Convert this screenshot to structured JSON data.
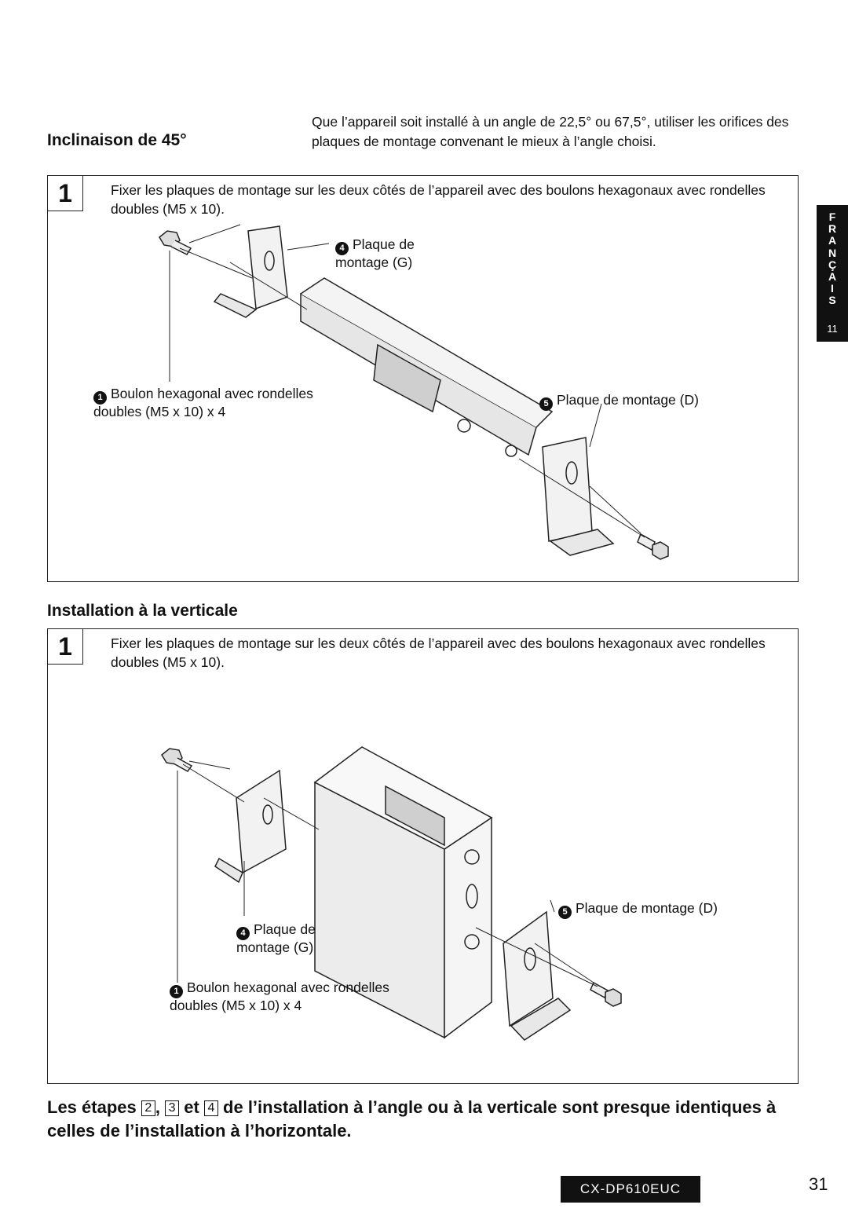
{
  "intro_text": "Que l’appareil soit installé à un angle de 22,5° ou 67,5°, utiliser les orifices des plaques de montage convenant le mieux à l’angle choisi.",
  "section_incline": {
    "heading": "Inclinaison de 45°",
    "step_number": "1",
    "step_text": "Fixer les plaques de montage sur les deux côtés de l’appareil avec des boulons hexagonaux avec rondelles doubles (M5 x 10).",
    "label_plate_g_badge": "4",
    "label_plate_g": "Plaque de montage (G)",
    "label_bolt_badge": "1",
    "label_bolt": "Boulon hexagonal avec rondelles doubles (M5 x 10) x 4",
    "label_plate_d_badge": "5",
    "label_plate_d": "Plaque de montage (D)"
  },
  "section_vertical": {
    "heading": "Installation à la verticale",
    "step_number": "1",
    "step_text": "Fixer les plaques de montage sur les deux côtés de l’appareil avec des boulons hexagonaux avec rondelles doubles (M5 x 10).",
    "label_plate_g_badge": "4",
    "label_plate_g": "Plaque de montage (G)",
    "label_bolt_badge": "1",
    "label_bolt": "Boulon hexagonal avec rondelles doubles (M5 x 10) x 4",
    "label_plate_d_badge": "5",
    "label_plate_d": "Plaque de montage (D)"
  },
  "footer_note": {
    "prefix": "Les étapes",
    "step_a": "2",
    "step_b": "3",
    "connector": "et",
    "step_c": "4",
    "suffix": "de l’installation à l’angle ou à la verticale sont presque identiques à celles de l’installation à l’horizontale."
  },
  "side_tab": {
    "language_letters": "F R A N Ç A I S",
    "page": "11"
  },
  "model_name": "CX-DP610EUC",
  "page_number": "31"
}
